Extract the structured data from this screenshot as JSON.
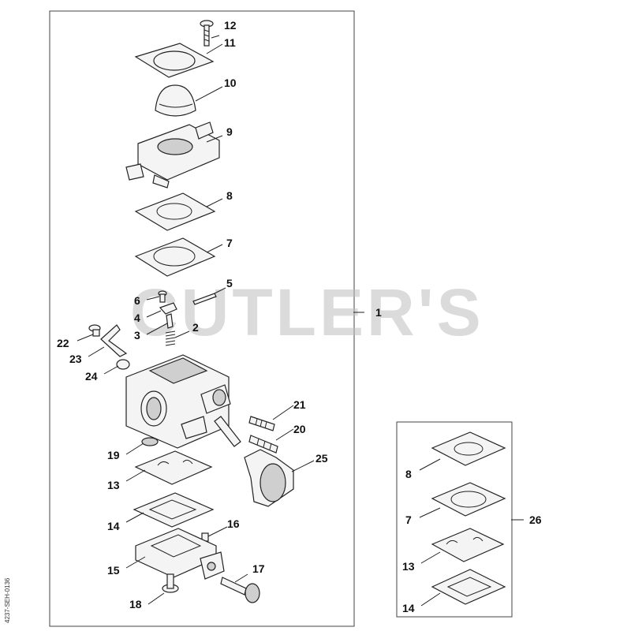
{
  "watermark": "CUTLER'S",
  "side_code": "4237-SEH-0136",
  "callouts": {
    "c1": "1",
    "c2": "2",
    "c3": "3",
    "c4": "4",
    "c5": "5",
    "c6": "6",
    "c7": "7",
    "c8": "8",
    "c9": "9",
    "c10": "10",
    "c11": "11",
    "c12": "12",
    "c13": "13",
    "c14": "14",
    "c15": "15",
    "c16": "16",
    "c17": "17",
    "c18": "18",
    "c19": "19",
    "c20": "20",
    "c21": "21",
    "c22": "22",
    "c23": "23",
    "c24": "24",
    "c25": "25",
    "c26": "26",
    "k8": "8",
    "k7": "7",
    "k13": "13",
    "k14": "14"
  }
}
